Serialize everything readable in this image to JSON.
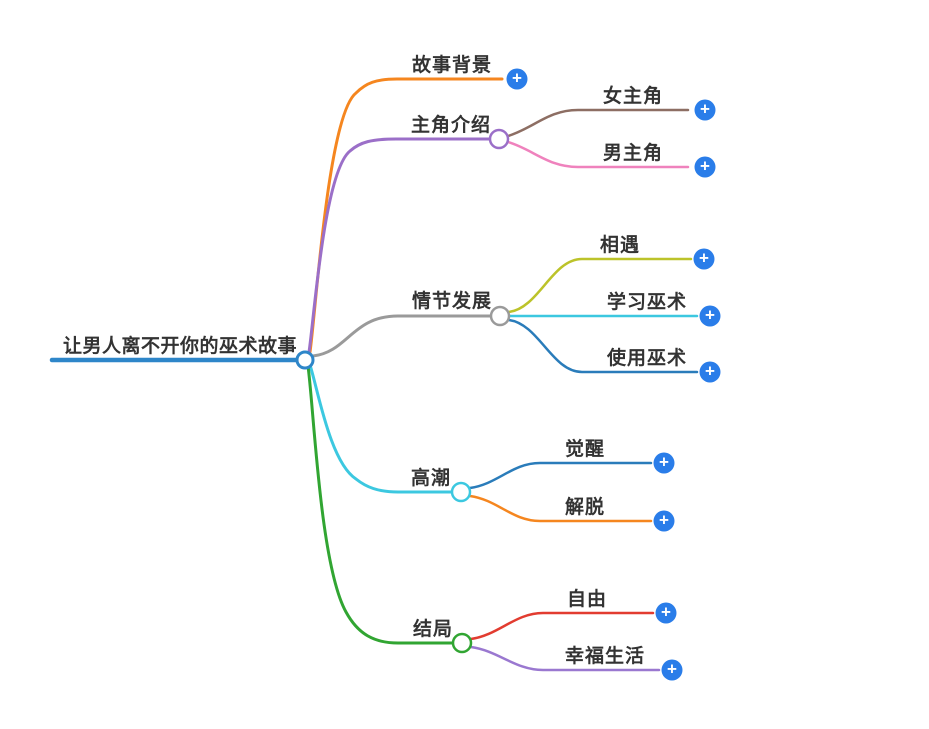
{
  "root": {
    "label": "让男人离不开你的巫术故事",
    "color": "#2e86c9"
  },
  "branches": [
    {
      "label": "故事背景",
      "color": "#f5861f",
      "children": []
    },
    {
      "label": "主角介绍",
      "color": "#9b6fc8",
      "children": [
        {
          "label": "女主角",
          "color": "#8d6e63"
        },
        {
          "label": "男主角",
          "color": "#ef82bd"
        }
      ]
    },
    {
      "label": "情节发展",
      "color": "#9a9a9a",
      "children": [
        {
          "label": "相遇",
          "color": "#bcc32a"
        },
        {
          "label": "学习巫术",
          "color": "#3cc8e0"
        },
        {
          "label": "使用巫术",
          "color": "#2a7cba"
        }
      ]
    },
    {
      "label": "高潮",
      "color": "#3cc8e0",
      "children": [
        {
          "label": "觉醒",
          "color": "#2a7cba"
        },
        {
          "label": "解脱",
          "color": "#f5861f"
        }
      ]
    },
    {
      "label": "结局",
      "color": "#31a532",
      "children": [
        {
          "label": "自由",
          "color": "#e23c30"
        },
        {
          "label": "幸福生活",
          "color": "#9a78d0"
        }
      ]
    }
  ],
  "add_button": {
    "color": "#2a7de9",
    "icon": "+"
  }
}
